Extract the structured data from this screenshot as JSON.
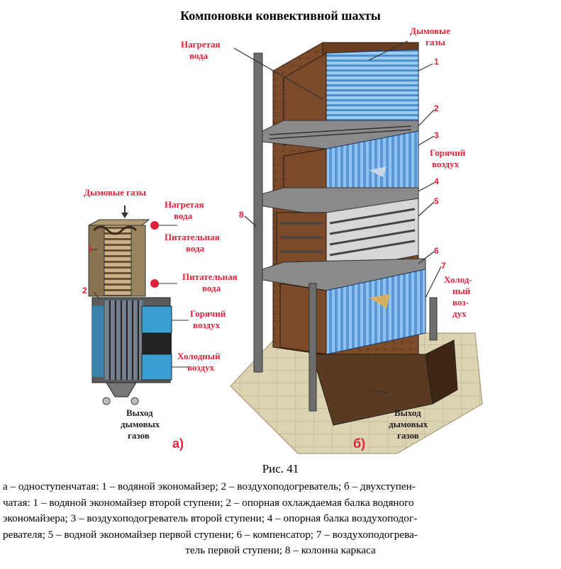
{
  "title": "Компоновки конвективной шахты",
  "diagram_a": {
    "labels": {
      "smoke_in": "Дымовые газы",
      "hot_water_1": "Нагретая",
      "hot_water_2": "вода",
      "feed_water_a_1": "Питательная",
      "feed_water_a_2": "вода",
      "feed_water_b_1": "Питательная",
      "feed_water_b_2": "вода",
      "hot_air_1": "Горячий",
      "hot_air_2": "воздух",
      "cold_air_1": "Холодный",
      "cold_air_2": "воздух",
      "exit_1": "Выход",
      "exit_2": "дымовых",
      "exit_3": "газов"
    },
    "numbers": [
      "1",
      "2"
    ],
    "sublabel": "а)"
  },
  "diagram_b": {
    "labels": {
      "hot_water_1": "Нагретая",
      "hot_water_2": "вода",
      "smoke_1": "Дымовые",
      "smoke_2": "газы",
      "hot_air_1": "Горячий",
      "hot_air_2": "воздух",
      "cold_air_1": "Холод-",
      "cold_air_2": "ный",
      "cold_air_3": "воз-",
      "cold_air_4": "дух",
      "exit_1": "Выход",
      "exit_2": "дымовых",
      "exit_3": "газов"
    },
    "numbers": [
      "1",
      "2",
      "3",
      "4",
      "5",
      "6",
      "7",
      "8"
    ],
    "sublabel": "б)"
  },
  "figure_label": "Рис. 41",
  "caption_lines": [
    "а – одноступенчатая: 1 – водяной экономайзер; 2 – воздухоподогреватель; б – двухступен-",
    "чатая: 1 – водяной экономайзер второй ступени; 2 – опорная охлаждаемая балка водяного",
    "экономайзера; 3 – воздухоподогреватель второй ступени; 4 – опорная балка воздухоподог-",
    "ревателя; 5 – водной экономайзер первой ступени; 6 – компенсатор; 7 – воздухоподогрева-",
    "тель первой ступени; 8 – колонна каркаса"
  ],
  "colors": {
    "label_red": "#e0213a",
    "brick": "#7a4a2a",
    "blue_tubes": "#5aa0e0",
    "steel": "#6e6e6e",
    "floor": "#d8d0b0"
  }
}
